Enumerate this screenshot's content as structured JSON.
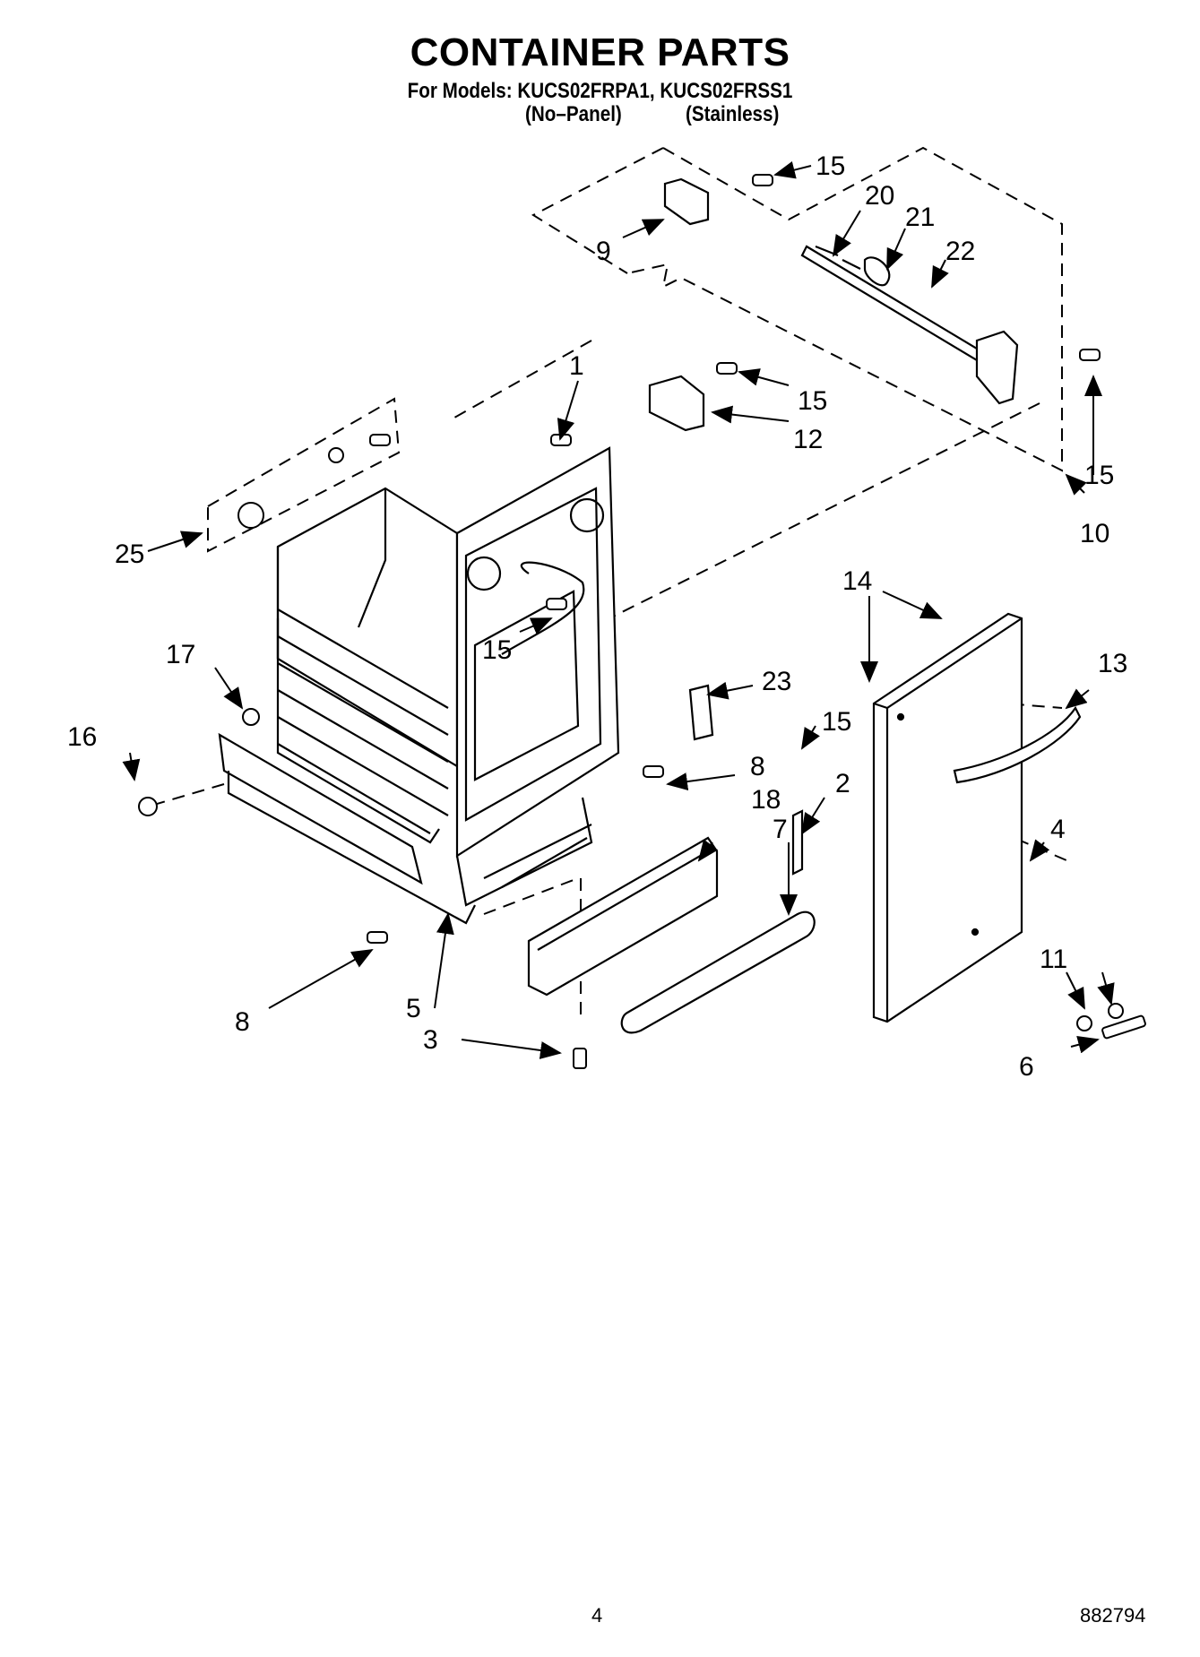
{
  "header": {
    "title": "CONTAINER PARTS",
    "models_line": "For Models: KUCS02FRPA1, KUCS02FRSS1",
    "variant_1": "(No–Panel)",
    "variant_2": "(Stainless)"
  },
  "callouts": [
    "1",
    "2",
    "3",
    "4",
    "5",
    "6",
    "7",
    "8",
    "8",
    "9",
    "10",
    "11",
    "12",
    "13",
    "14",
    "15",
    "15",
    "15",
    "15",
    "15",
    "16",
    "17",
    "18",
    "20",
    "21",
    "22",
    "23",
    "25"
  ],
  "footer": {
    "page_number": "4",
    "doc_number": "882794"
  }
}
